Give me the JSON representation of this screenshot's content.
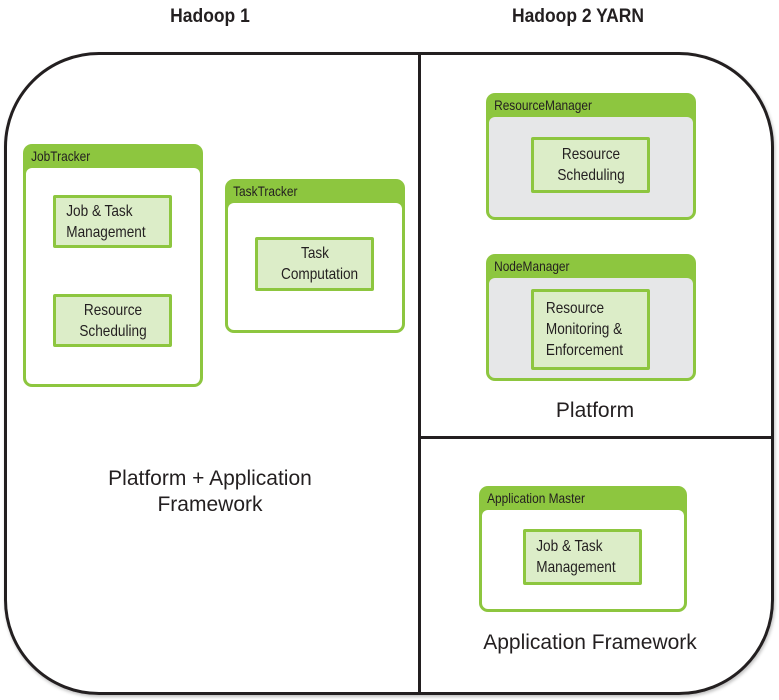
{
  "headers": {
    "left": "Hadoop 1",
    "right": "Hadoop 2 YARN"
  },
  "hadoop1": {
    "section_label": "Platform + Application Framework",
    "job_tracker": {
      "title": "JobTracker",
      "functions": [
        "Job & Task Management",
        "Resource Scheduling"
      ]
    },
    "task_tracker": {
      "title": "TaskTracker",
      "functions": [
        "Task Computation"
      ]
    }
  },
  "hadoop2": {
    "platform": {
      "section_label": "Platform",
      "resource_manager": {
        "title": "ResourceManager",
        "functions": [
          "Resource Scheduling"
        ]
      },
      "node_manager": {
        "title": "NodeManager",
        "functions": [
          "Resource Monitoring & Enforcement"
        ]
      }
    },
    "application_framework": {
      "section_label": "Application Framework",
      "application_master": {
        "title": "Application Master",
        "functions": [
          "Job & Task Management"
        ]
      }
    }
  },
  "colors": {
    "green": "#8dc63f",
    "light_green": "#dcedc8",
    "gray": "#e6e7e8",
    "line": "#231f20"
  }
}
